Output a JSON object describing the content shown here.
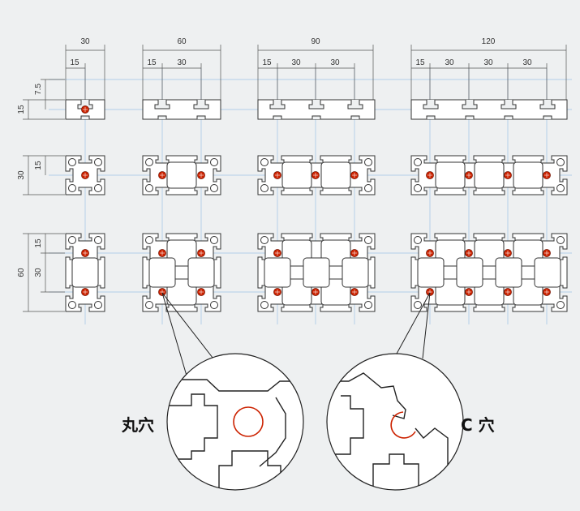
{
  "column_widths": [
    "30",
    "60",
    "90",
    "120"
  ],
  "sub_dims": [
    "15",
    "30"
  ],
  "row_heights": [
    "15",
    "30",
    "60"
  ],
  "row_sub_dims": [
    "7.5",
    "15",
    "30"
  ],
  "callouts": {
    "round_hole": "丸穴",
    "c_hole": "C 穴"
  },
  "colors": {
    "background": "#eef0f1",
    "profile_fill": "#ffffff",
    "profile_stroke": "#333333",
    "hole": "#cc2200",
    "grid_line": "#9cc3e6",
    "dim_line": "#555555"
  }
}
